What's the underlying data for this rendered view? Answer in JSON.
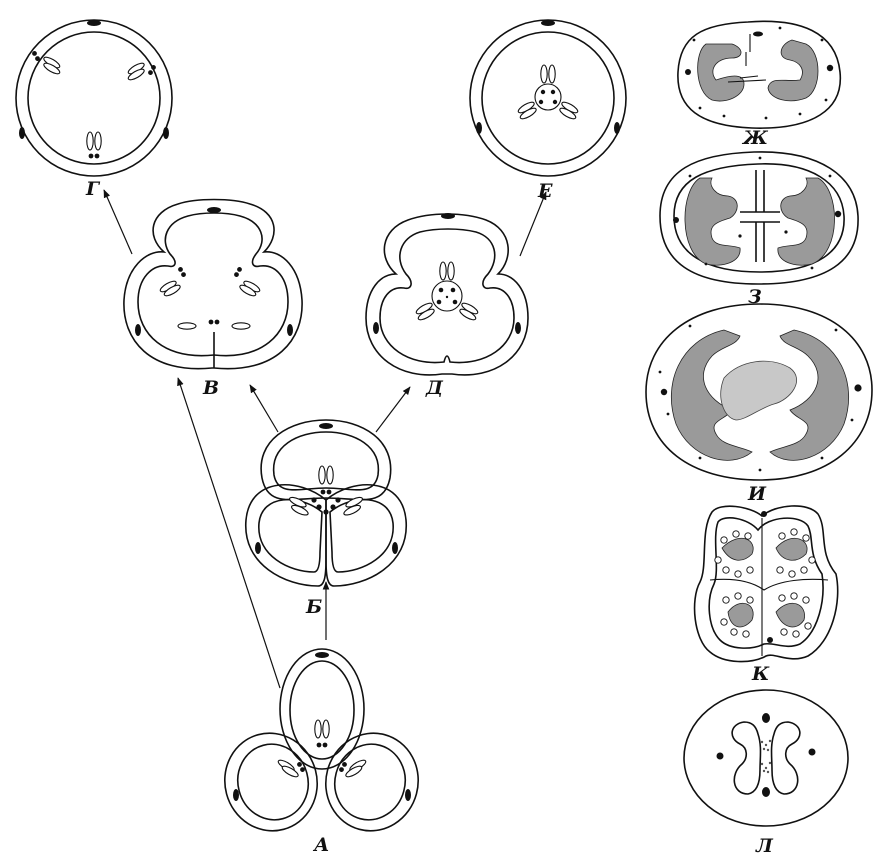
{
  "labels": {
    "A": "А",
    "B": "Б",
    "V": "В",
    "G": "Г",
    "D": "Д",
    "E": "Е",
    "Zh": "Ж",
    "Z": "З",
    "I": "И",
    "K": "К",
    "L": "Л"
  }
}
